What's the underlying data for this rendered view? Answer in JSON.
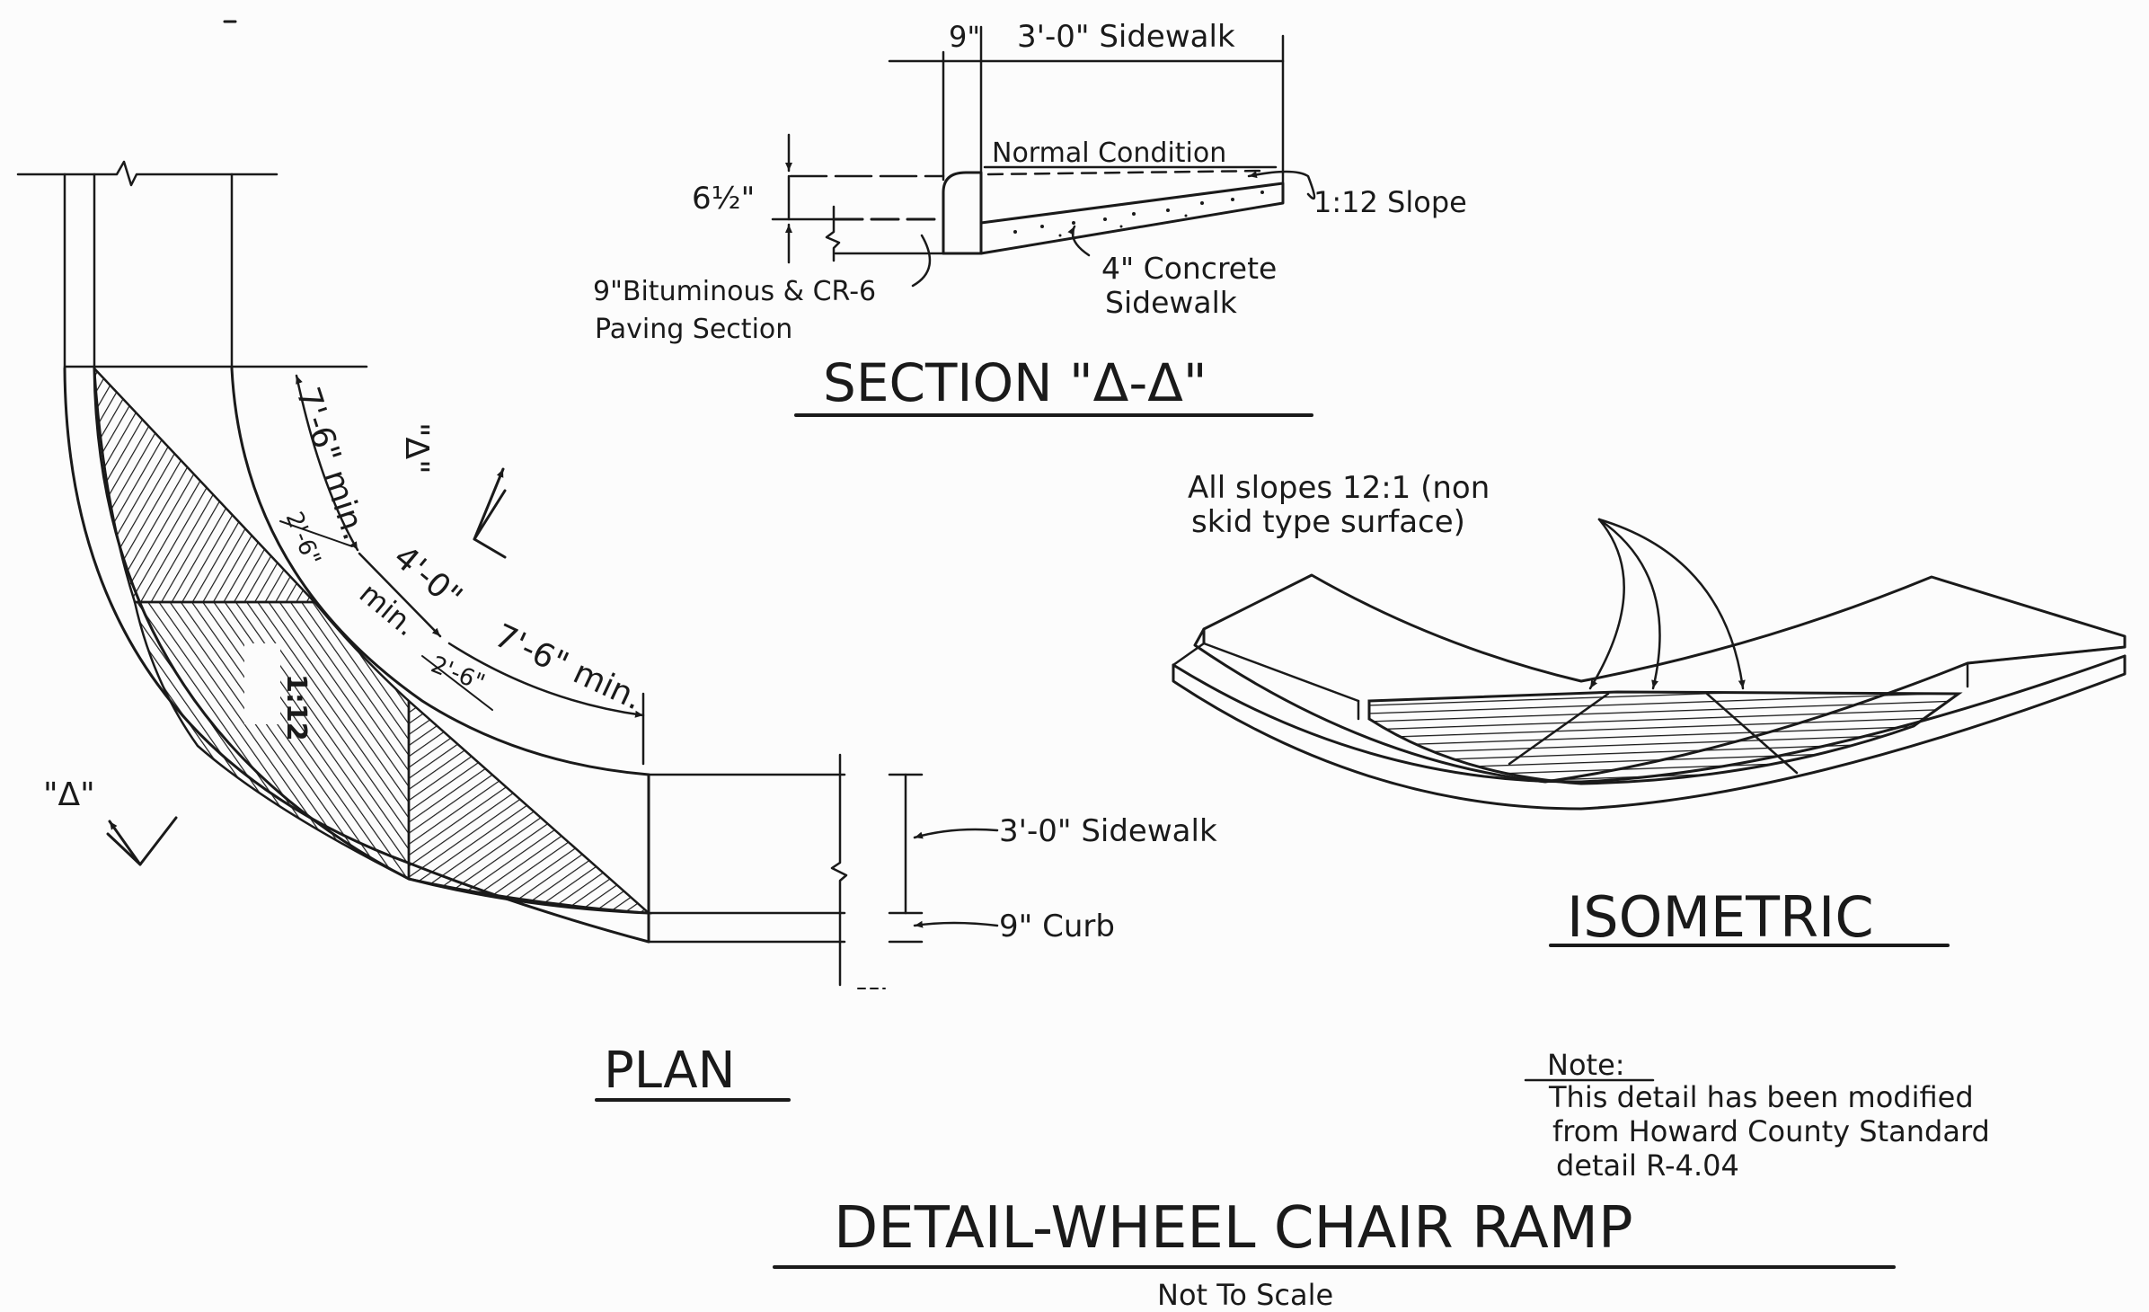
{
  "section": {
    "title": "SECTION \"Δ-Δ\"",
    "dim_curb": "9\"",
    "dim_sidewalk": "3'-0\" Sidewalk",
    "normal_condition": "Normal Condition",
    "dim_height": "6½\"",
    "slope_label": "1:12 Slope",
    "concrete_line1": "4\" Concrete",
    "concrete_line2": "Sidewalk",
    "paving_line1": "9\"Bituminous & CR-6",
    "paving_line2": "Paving Section"
  },
  "plan": {
    "title": "PLAN",
    "dim_ramp_upper": "7'-6\" min.",
    "dim_flare_upper": "2'-6\"",
    "dim_landing": "4'-0\"",
    "dim_landing_min": "min.",
    "dim_ramp_lower": "7'-6\" min.",
    "dim_flare_lower": "2'-6\"",
    "slope_mark": "1:12",
    "sidewalk_label": "3'-0\" Sidewalk",
    "curb_label": "9\"  Curb",
    "section_mark_upper": "\"Δ\"",
    "section_mark_lower": "\"Δ\""
  },
  "isometric": {
    "title": "ISOMETRIC",
    "slopes_line1": "All slopes  12:1 (non",
    "slopes_line2": "skid type surface)"
  },
  "note": {
    "heading": "Note:",
    "line1": "This detail has been modified",
    "line2": "from Howard County Standard",
    "line3": "detail R-4.04"
  },
  "title": "DETAIL-WHEEL CHAIR RAMP",
  "subtitle": "Not To Scale"
}
